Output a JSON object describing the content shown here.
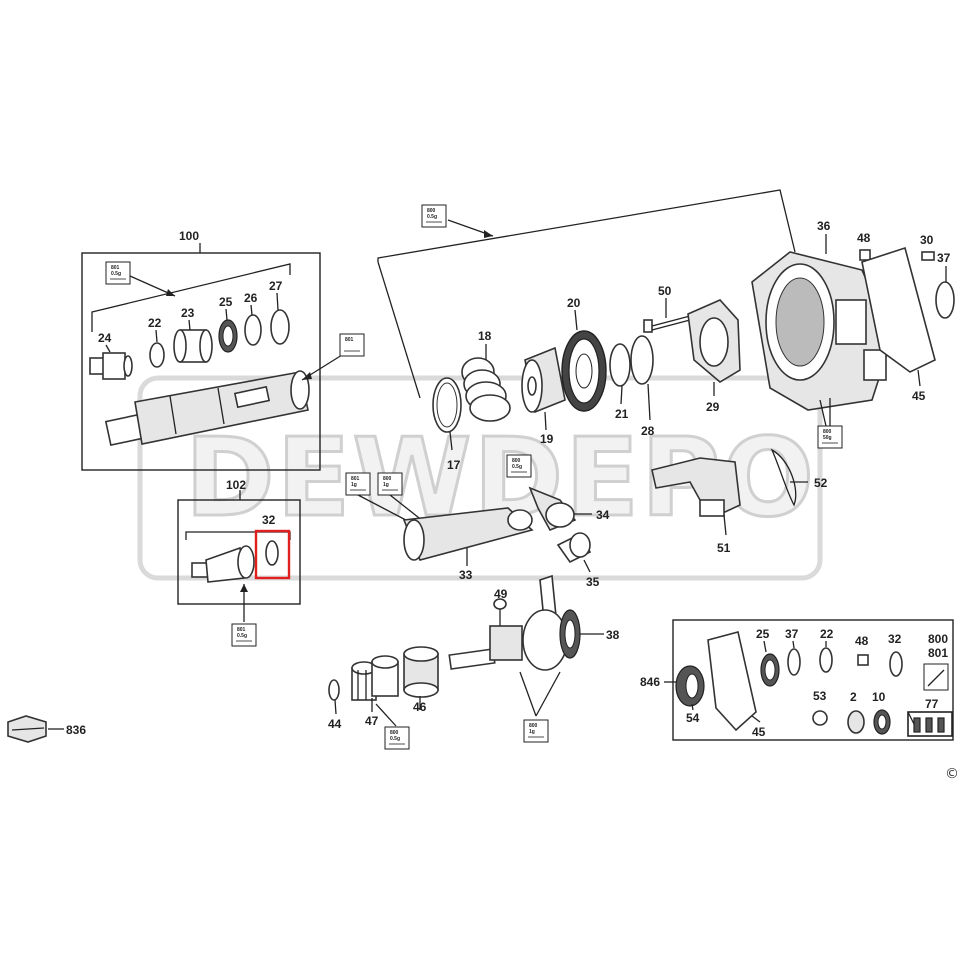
{
  "watermark": "DEWDEPO",
  "labels": {
    "p100": "100",
    "p102": "102",
    "p24": "24",
    "p22a": "22",
    "p23": "23",
    "p25a": "25",
    "p26": "26",
    "p27": "27",
    "p32a": "32",
    "p18": "18",
    "p20": "20",
    "p50": "50",
    "p17": "17",
    "p19": "19",
    "p21": "21",
    "p28": "28",
    "p29": "29",
    "p36": "36",
    "p48a": "48",
    "p30": "30",
    "p37a": "37",
    "p45a": "45",
    "p52": "52",
    "p51": "51",
    "p34": "34",
    "p33": "33",
    "p35": "35",
    "p49": "49",
    "p38": "38",
    "p44": "44",
    "p47": "47",
    "p46": "46",
    "p836": "836",
    "p846": "846",
    "p54": "54",
    "p45b": "45",
    "p25b": "25",
    "p37b": "37",
    "p22b": "22",
    "p48b": "48",
    "p32b": "32",
    "p800": "800",
    "p801": "801",
    "p53": "53",
    "p2": "2",
    "p10": "10",
    "p77": "77"
  },
  "grease_tags": {
    "t1": {
      "code": "801",
      "amt": "0.5g"
    },
    "t2": {
      "code": "800",
      "amt": "0.5g"
    },
    "t3": {
      "code": "801",
      "amt": ""
    },
    "t4": {
      "code": "801",
      "amt": "0.5g"
    },
    "t5": {
      "code": "801",
      "amt": "1g"
    },
    "t6": {
      "code": "800",
      "amt": "1g"
    },
    "t7": {
      "code": "800",
      "amt": "0.5g"
    },
    "t8": {
      "code": "800",
      "amt": "50g"
    },
    "t9": {
      "code": "800",
      "amt": "0.5g"
    },
    "t10": {
      "code": "800",
      "amt": "1g"
    }
  },
  "highlight": {
    "part": "32",
    "color": "#e02020"
  },
  "copyright_symbol": "©"
}
